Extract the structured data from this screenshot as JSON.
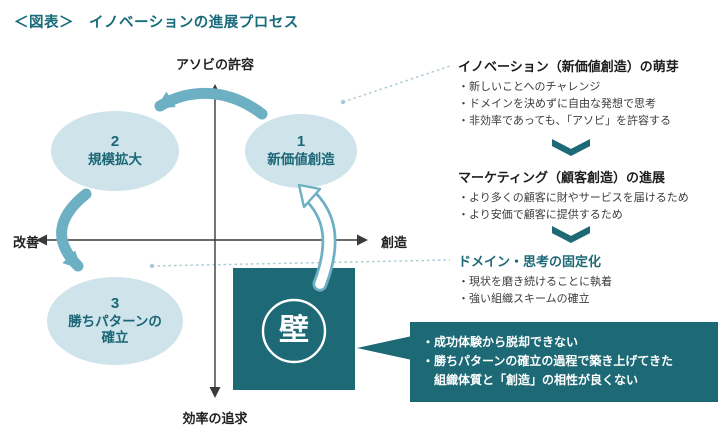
{
  "title": "＜図表＞　イノベーションの進展プロセス",
  "axes": {
    "top": "アソビの許容",
    "bottom": "効率の追求",
    "left": "改善",
    "right": "創造"
  },
  "nodes": {
    "n1": {
      "number": "1",
      "label": "新価値創造"
    },
    "n2": {
      "number": "2",
      "label": "規模拡大"
    },
    "n3": {
      "number": "3",
      "label": "勝ちパターンの確立"
    },
    "wall": {
      "label": "壁"
    }
  },
  "blocks": [
    {
      "heading": "イノベーション（新価値創造）の萌芽",
      "bullets": [
        "・新しいことへのチャレンジ",
        "・ドメインを決めずに自由な発想で思考",
        "・非効率であっても、「アソビ」を許容する"
      ]
    },
    {
      "heading": "マーケティング（顧客創造）の進展",
      "bullets": [
        "・より多くの顧客に財やサービスを届けるため",
        "・より安価で顧客に提供するため"
      ]
    },
    {
      "heading": "ドメイン・思考の固定化",
      "bullets": [
        "・現状を磨き続けることに執着",
        "・強い組織スキームの確立"
      ]
    }
  ],
  "callout": {
    "lines": [
      "・成功体験から脱却できない",
      "・勝ちパターンの確立の過程で築き上げてきた",
      "　組織体質と「創造」の相性が良くない"
    ]
  },
  "colors": {
    "teal_dark": "#1d6a76",
    "teal_arrow": "#6db0c3",
    "ellipse_fill": "#cfe3ea",
    "title_teal": "#176b7a"
  }
}
